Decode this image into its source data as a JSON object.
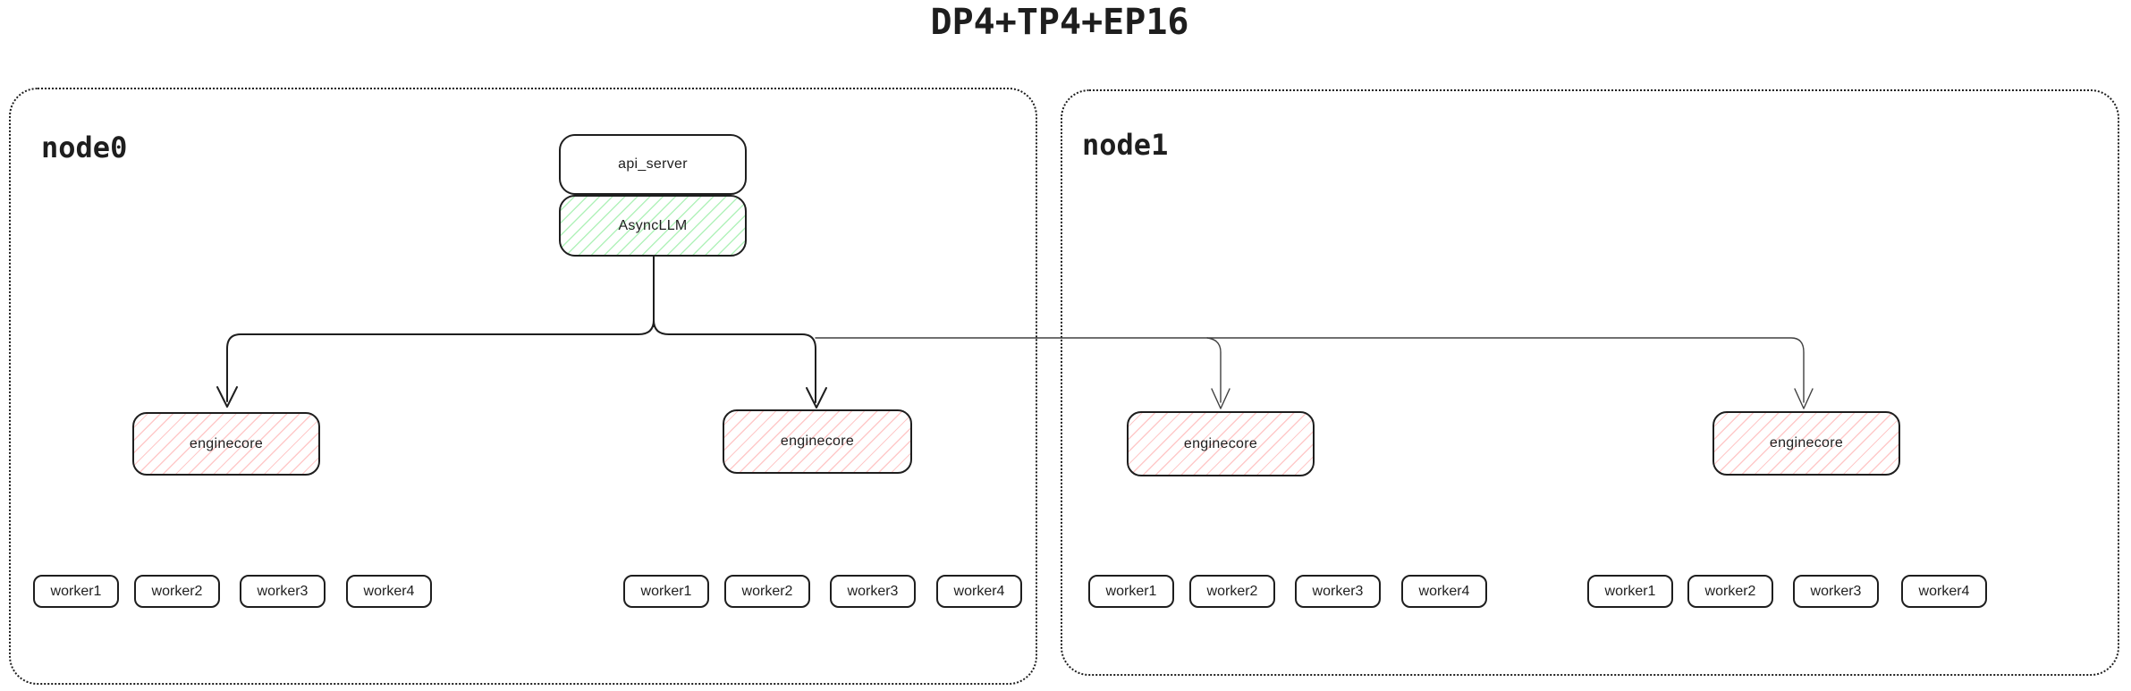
{
  "title": "DP4+TP4+EP16",
  "node0": {
    "label": "node0"
  },
  "node1": {
    "label": "node1"
  },
  "labels": {
    "api_server": "api_server",
    "async_llm": "AsyncLLM",
    "enginecore": "enginecore",
    "workers": [
      "worker1",
      "worker2",
      "worker3",
      "worker4"
    ]
  },
  "colors": {
    "stroke": "#1e1e1e",
    "connector_thick": "#1e1e1e",
    "connector_thin": "#404040",
    "async_llm_hatch": "#b2f2bb",
    "enginecore_hatch": "#ffc9c9",
    "background": "#ffffff"
  }
}
